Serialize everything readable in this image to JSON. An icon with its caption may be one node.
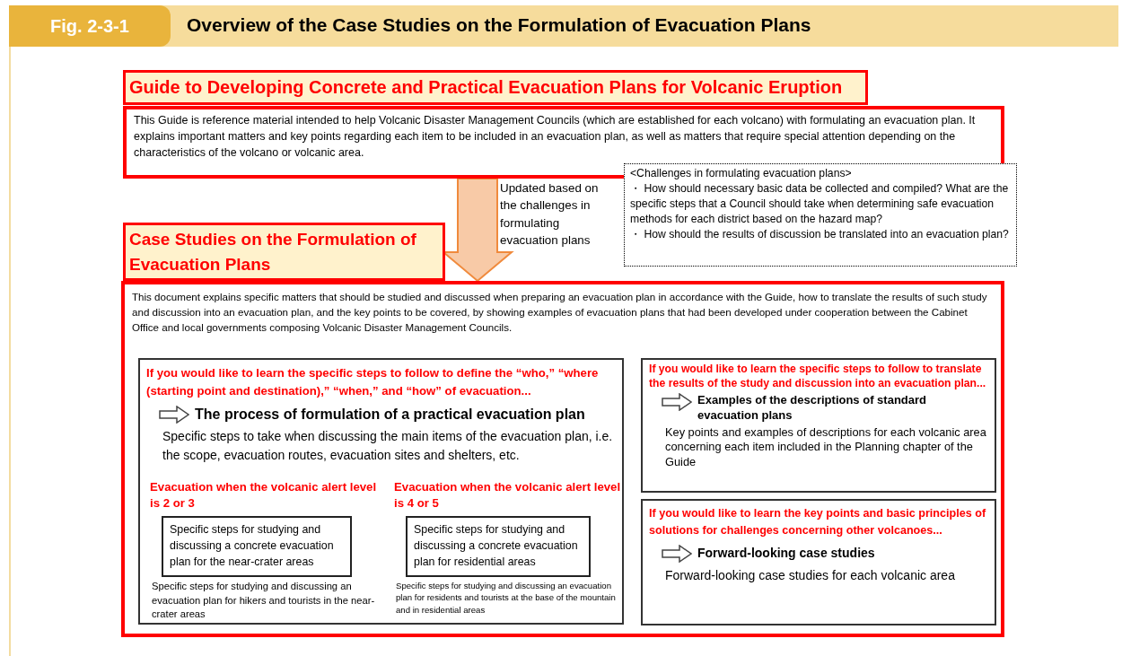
{
  "diagram": {
    "title": "Overview of the Case Studies on the Formulation of Evacuation Plans",
    "nodes": [
      {
        "text": [
          "Guide to Developing Concrete and Practical Evacuation Plans for Volcanic Eruption"
        ]
      },
      {
        "text": [
          "This Guide is reference material intended to help Volcanic Disaster Management Councils (which are established for each volcano) with formulating an evacuation plan. It explains important matters and key points regarding each item to be included in an evacuation plan, as well as matters that require special attention depending on the characteristics of the volcano or volcanic area."
        ]
      },
      {
        "text": [
          "<Challenges in formulating evacuation plans>",
          "・ How should necessary basic data be collected and compiled? What are the specific steps that a Council should take when determining safe evacuation methods for each district based on the hazard map?",
          "・ How should the results of discussion be translated into an evacuation plan?"
        ]
      },
      {
        "text": [
          "Case Studies on the Formulation of Evacuation Plans"
        ]
      },
      {
        "text": [
          "This document explains specific matters that should be studied and discussed when preparing an evacuation plan in accordance with the Guide, how to translate the results of such study and discussion into an evacuation plan, and the key points to be covered, by showing examples of evacuation plans that had been developed under cooperation between the Cabinet Office and local governments composing Volcanic Disaster Management Councils."
        ]
      },
      {
        "text": [
          "If you would like to learn the specific steps to follow to define the “who,” “where (starting point and destination),” “when,” and “how” of evacuation...",
          "The process of formulation of a practical evacuation plan",
          "Specific steps to take when discussing the main items of the evacuation plan, i.e. the scope, evacuation routes, evacuation sites and shelters, etc."
        ],
        "in": 4
      },
      {
        "text": [
          "Evacuation when the volcanic alert level is 2 or 3",
          "Specific steps for studying and discussing a concrete evacuation plan for the near-crater areas"
        ],
        "beside": [
          "Specific steps for studying and discussing an evacuation plan for hikers and tourists in the near-crater areas"
        ],
        "in": 5
      },
      {
        "text": [
          "Evacuation when the volcanic alert level is 4 or 5",
          "Specific steps for studying and discussing a concrete evacuation plan for residential areas"
        ],
        "beside": [
          "Specific steps for studying and discussing an evacuation plan for residents and tourists at the base of the mountain and in residential areas"
        ],
        "in": 5
      },
      {
        "text": [
          "If you would like to learn the specific steps to follow to translate the results of the study and discussion into an evacuation plan...",
          "Examples of the descriptions of standard evacuation plans",
          "Key points and examples of descriptions for each volcanic area concerning each item included in the Planning chapter of the Guide"
        ],
        "in": 4
      },
      {
        "text": [
          "If you would like to learn the key points and basic principles of solutions for challenges concerning other volcanoes...",
          "Forward-looking case studies",
          "Forward-looking case studies for each volcanic area"
        ],
        "in": 4
      }
    ],
    "edges": [
      {
        "from": 1,
        "to": 4,
        "arrow": "to",
        "label": "Updated based on the challenges in formulating evacuation plans",
        "style": "thick",
        "color": "#f08a3c"
      }
    ],
    "labels": [
      "Fig. 2-3-1"
    ]
  }
}
